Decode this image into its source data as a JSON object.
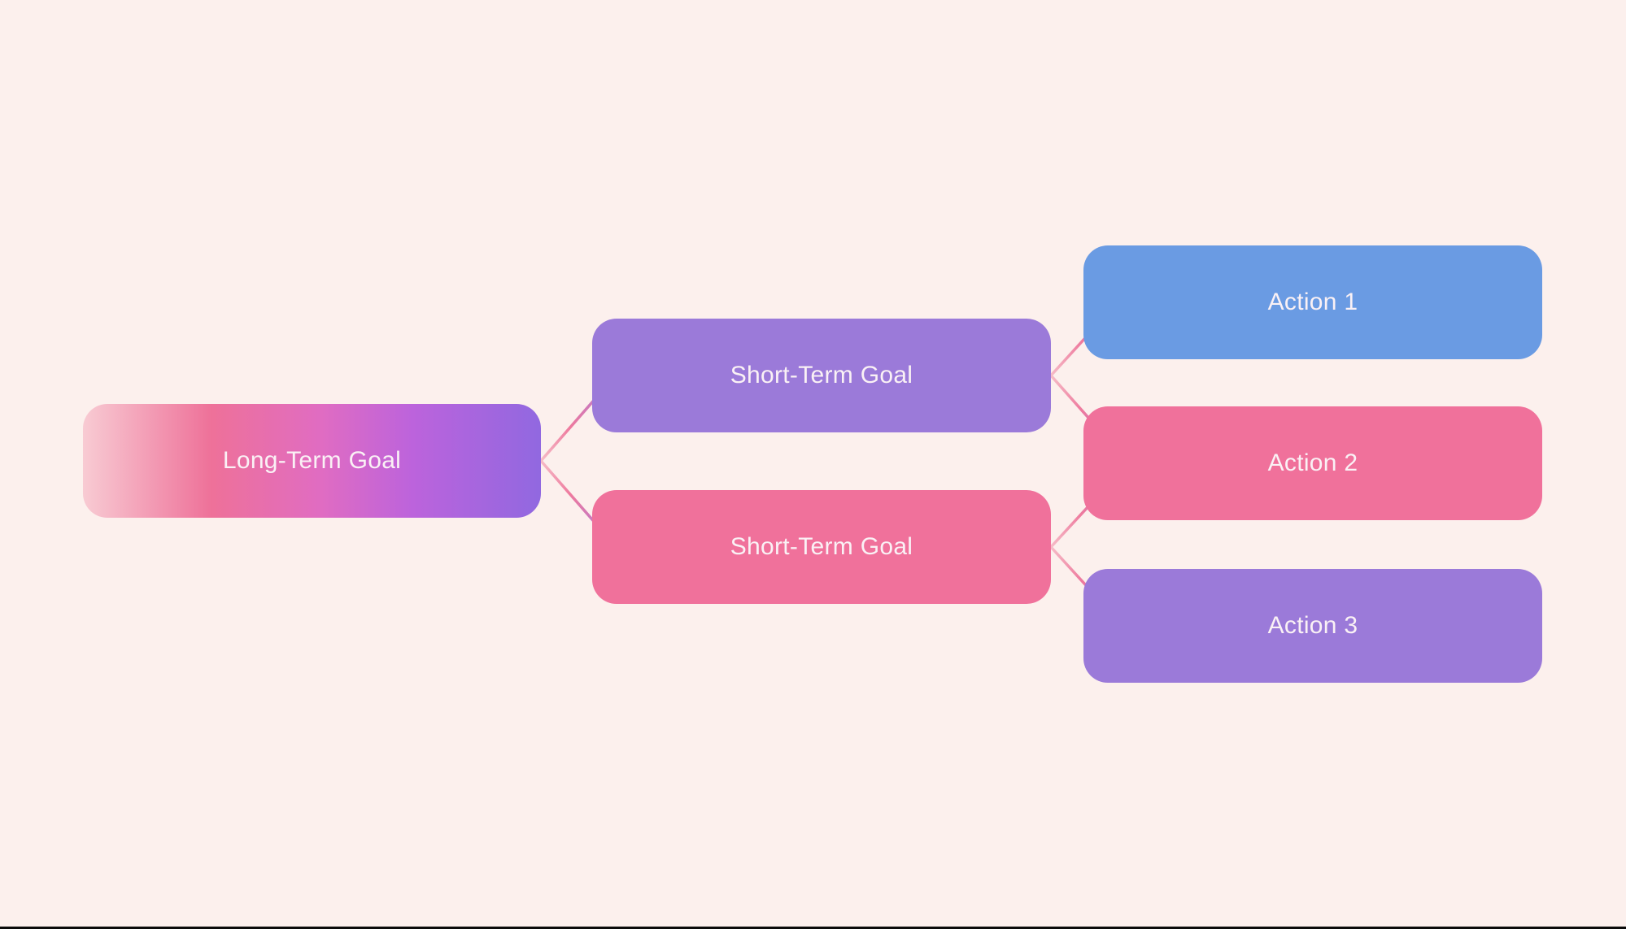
{
  "diagram": {
    "background_color": "#FCF0ED",
    "bottom_bar_color": "#0B0B0B",
    "label_text_color": "#FAF1F5",
    "nodes": [
      {
        "id": "long-term-goal",
        "label": "Long-Term Goal",
        "gradient": [
          "#F8CBD3 0%",
          "#EE7199 28%",
          "#E06CC2 52%",
          "#BC63DC 72%",
          "#9168E0 100%"
        ]
      },
      {
        "id": "short-term-goal-1",
        "label": "Short-Term Goal",
        "fill": "#9B7AD9"
      },
      {
        "id": "short-term-goal-2",
        "label": "Short-Term Goal",
        "fill": "#F0719B"
      },
      {
        "id": "action-1",
        "label": "Action 1",
        "fill": "#6A9BE3"
      },
      {
        "id": "action-2",
        "label": "Action 2",
        "fill": "#F0719B"
      },
      {
        "id": "action-3",
        "label": "Action 3",
        "fill": "#9B7AD9"
      }
    ],
    "edges": [
      {
        "from": "long-term-goal",
        "to": "short-term-goal-1",
        "stops": [
          "#F6BCC7",
          "#EE7A9E",
          "#A877DC"
        ]
      },
      {
        "from": "long-term-goal",
        "to": "short-term-goal-2",
        "stops": [
          "#F6BCC7",
          "#EE7A9E",
          "#A877DC"
        ]
      },
      {
        "from": "short-term-goal-1",
        "to": "action-1",
        "stops": [
          "#F6BCC7",
          "#EE7A9E",
          "#D964BE"
        ]
      },
      {
        "from": "short-term-goal-1",
        "to": "action-2",
        "stops": [
          "#F6BCC7",
          "#EE7A9E",
          "#A877DC"
        ]
      },
      {
        "from": "short-term-goal-2",
        "to": "action-2",
        "stops": [
          "#F6BCC7",
          "#EE7A9E",
          "#A877DC"
        ]
      },
      {
        "from": "short-term-goal-2",
        "to": "action-3",
        "stops": [
          "#F6BCC7",
          "#EE7A9E",
          "#D35FC4"
        ]
      }
    ]
  }
}
